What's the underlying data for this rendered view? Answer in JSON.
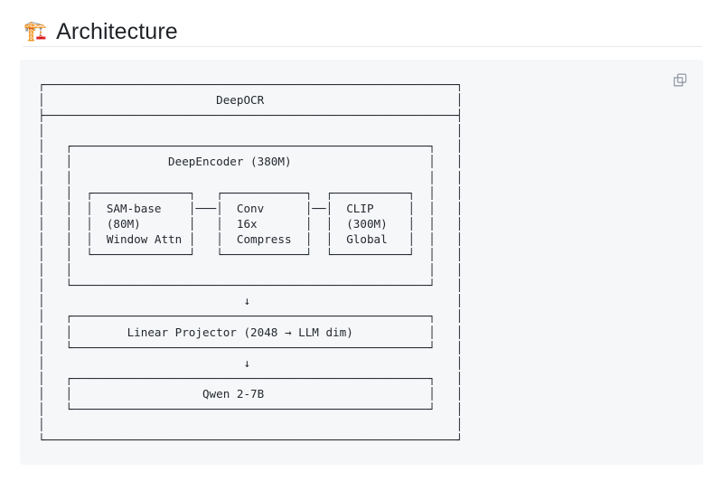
{
  "heading": {
    "icon": "building-construction-emoji",
    "icon_glyph": "🏗️",
    "text": "Architecture"
  },
  "codeblock": {
    "copy_button_label": "copy-icon",
    "background_color": "#f6f7f9",
    "text_color": "#24292f",
    "content": "┌────────────────────────────────────────────────────────────┐\n│                         DeepOCR                            │\n├────────────────────────────────────────────────────────────┤\n│                                                            │\n│   ┌────────────────────────────────────────────────────┐   │\n│   │              DeepEncoder (380M)                    │   │\n│   │                                                    │   │\n│   │  ┌──────────────┐   ┌────────────┐  ┌───────────┐  │   │\n│   │  │  SAM-base    │───│  Conv      │──│  CLIP     │  │   │\n│   │  │  (80M)       │   │  16x       │  │  (300M)   │  │   │\n│   │  │  Window Attn │   │  Compress  │  │  Global   │  │   │\n│   │  └──────────────┘   └────────────┘  └───────────┘  │   │\n│   │                                                    │   │\n│   └────────────────────────────────────────────────────┘   │\n│                             ↓                              │\n│   ┌────────────────────────────────────────────────────┐   │\n│   │        Linear Projector (2048 → LLM dim)           │   │\n│   └────────────────────────────────────────────────────┘   │\n│                             ↓                              │\n│   ┌────────────────────────────────────────────────────┐   │\n│   │                   Qwen 2-7B                        │   │\n│   └────────────────────────────────────────────────────┘   │\n│                                                            │\n└────────────────────────────────────────────────────────────┘"
  },
  "diagram": {
    "title": "DeepOCR",
    "nodes": [
      {
        "name": "DeepEncoder",
        "params": "380M",
        "label": "DeepEncoder (380M)"
      },
      {
        "name": "SAM-base",
        "params": "80M",
        "detail": "Window Attn",
        "lines": [
          "SAM-base",
          "(80M)",
          "Window Attn"
        ]
      },
      {
        "name": "Conv",
        "params": "16x",
        "detail": "Compress",
        "lines": [
          "Conv",
          "16x",
          "Compress"
        ]
      },
      {
        "name": "CLIP",
        "params": "300M",
        "detail": "Global",
        "lines": [
          "CLIP",
          "(300M)",
          "Global"
        ]
      },
      {
        "name": "Linear Projector",
        "label": "Linear Projector (2048 → LLM dim)"
      },
      {
        "name": "Qwen 2-7B",
        "label": "Qwen 2-7B"
      }
    ],
    "arrows": [
      "↓",
      "↓"
    ],
    "connectors": [
      "───",
      "──"
    ]
  }
}
